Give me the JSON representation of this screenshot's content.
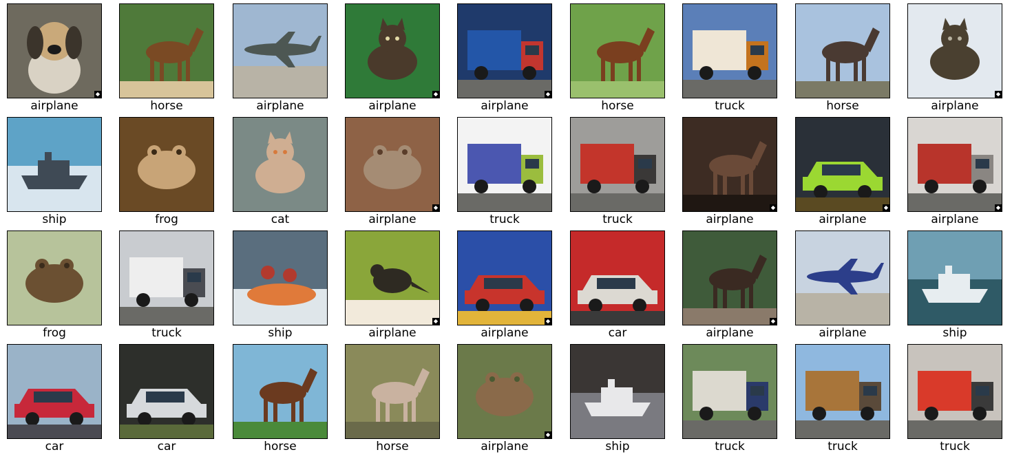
{
  "grid": {
    "rows": 4,
    "cols": 9,
    "items": [
      {
        "label": "airplane",
        "marker": true,
        "bg": "#6e6a5e",
        "fg": "#d9d2c4",
        "accent": "#3b342b",
        "subject": "dog-icon"
      },
      {
        "label": "horse",
        "marker": false,
        "bg": "#4f7a3a",
        "fg": "#7a4a24",
        "accent": "#d7c49a",
        "subject": "horse-icon"
      },
      {
        "label": "airplane",
        "marker": false,
        "bg": "#9fb7d1",
        "fg": "#4d5753",
        "accent": "#c9c0aa",
        "subject": "jet-icon"
      },
      {
        "label": "airplane",
        "marker": true,
        "bg": "#2f7a38",
        "fg": "#4a3a2b",
        "accent": "#e2d9a6",
        "subject": "cat-icon"
      },
      {
        "label": "airplane",
        "marker": true,
        "bg": "#1f3a6b",
        "fg": "#2356a8",
        "accent": "#c2362f",
        "subject": "truck-icon"
      },
      {
        "label": "horse",
        "marker": false,
        "bg": "#6fa24a",
        "fg": "#7a3f1f",
        "accent": "#9ac06d",
        "subject": "horse-icon"
      },
      {
        "label": "truck",
        "marker": false,
        "bg": "#5b7fb8",
        "fg": "#efe6d6",
        "accent": "#c4731e",
        "subject": "truck-icon"
      },
      {
        "label": "horse",
        "marker": false,
        "bg": "#a9c2de",
        "fg": "#4a3a32",
        "accent": "#7b7a66",
        "subject": "horse-icon"
      },
      {
        "label": "airplane",
        "marker": true,
        "bg": "#e3e9ef",
        "fg": "#4a4030",
        "accent": "#b8b2a0",
        "subject": "cat-icon"
      },
      {
        "label": "ship",
        "marker": false,
        "bg": "#5ea3c7",
        "fg": "#3f4a55",
        "accent": "#d8e5ee",
        "subject": "ship-icon"
      },
      {
        "label": "frog",
        "marker": false,
        "bg": "#6a4a25",
        "fg": "#c8a477",
        "accent": "#3b2a16",
        "subject": "frog-icon"
      },
      {
        "label": "cat",
        "marker": false,
        "bg": "#7b8a86",
        "fg": "#cfae92",
        "accent": "#d77a3c",
        "subject": "cat-icon"
      },
      {
        "label": "airplane",
        "marker": true,
        "bg": "#8e6246",
        "fg": "#a58c74",
        "accent": "#5a3d2a",
        "subject": "frog-icon"
      },
      {
        "label": "truck",
        "marker": false,
        "bg": "#f3f3f3",
        "fg": "#4b57b0",
        "accent": "#9bbd3e",
        "subject": "truck-icon"
      },
      {
        "label": "truck",
        "marker": false,
        "bg": "#9e9d9a",
        "fg": "#c3352b",
        "accent": "#3a3837",
        "subject": "truck-icon"
      },
      {
        "label": "airplane",
        "marker": true,
        "bg": "#3d2c23",
        "fg": "#6a4a38",
        "accent": "#1f1712",
        "subject": "horse-icon"
      },
      {
        "label": "airplane",
        "marker": true,
        "bg": "#2a3038",
        "fg": "#9bd832",
        "accent": "#5a4a22",
        "subject": "car-icon"
      },
      {
        "label": "airplane",
        "marker": true,
        "bg": "#d9d6d2",
        "fg": "#b8342b",
        "accent": "#8a8682",
        "subject": "truck-icon"
      },
      {
        "label": "frog",
        "marker": false,
        "bg": "#b7c39b",
        "fg": "#6b5032",
        "accent": "#3b2c1c",
        "subject": "frog-icon"
      },
      {
        "label": "truck",
        "marker": false,
        "bg": "#c9ccd0",
        "fg": "#eeeeee",
        "accent": "#4a4c52",
        "subject": "truck-icon"
      },
      {
        "label": "ship",
        "marker": false,
        "bg": "#5a6e7e",
        "fg": "#e07a3a",
        "accent": "#b23a2e",
        "subject": "boat-icon"
      },
      {
        "label": "airplane",
        "marker": true,
        "bg": "#8aa63a",
        "fg": "#2e2a22",
        "accent": "#f2eadb",
        "subject": "bird-icon"
      },
      {
        "label": "airplane",
        "marker": true,
        "bg": "#2b4fa8",
        "fg": "#c8342c",
        "accent": "#e2b43a",
        "subject": "car-icon"
      },
      {
        "label": "car",
        "marker": false,
        "bg": "#c52a2a",
        "fg": "#dcd9d2",
        "accent": "#3a3a3a",
        "subject": "car-icon"
      },
      {
        "label": "airplane",
        "marker": true,
        "bg": "#3f5b3a",
        "fg": "#3a2a22",
        "accent": "#8a7a6a",
        "subject": "horse-icon"
      },
      {
        "label": "airplane",
        "marker": false,
        "bg": "#c8d3e0",
        "fg": "#2c3e8a",
        "accent": "#6b6b5a",
        "subject": "jet-icon"
      },
      {
        "label": "ship",
        "marker": false,
        "bg": "#6f9fb3",
        "fg": "#e7edf0",
        "accent": "#2f5a66",
        "subject": "ship-icon"
      },
      {
        "label": "car",
        "marker": false,
        "bg": "#9ab3c8",
        "fg": "#c7283a",
        "accent": "#4a4a52",
        "subject": "car-icon"
      },
      {
        "label": "car",
        "marker": false,
        "bg": "#2d2f2b",
        "fg": "#d6d9dc",
        "accent": "#5a6a3a",
        "subject": "car-icon"
      },
      {
        "label": "horse",
        "marker": false,
        "bg": "#7fb6d6",
        "fg": "#6b3a1f",
        "accent": "#4a8a3a",
        "subject": "horse-icon"
      },
      {
        "label": "horse",
        "marker": false,
        "bg": "#8a8a5a",
        "fg": "#c9b2a0",
        "accent": "#6a6a4a",
        "subject": "horse-icon"
      },
      {
        "label": "airplane",
        "marker": true,
        "bg": "#6b7a4a",
        "fg": "#8a6a4a",
        "accent": "#4a5a32",
        "subject": "frog-icon"
      },
      {
        "label": "ship",
        "marker": false,
        "bg": "#3a3634",
        "fg": "#e8e8ea",
        "accent": "#7a7a80",
        "subject": "ship-icon"
      },
      {
        "label": "truck",
        "marker": false,
        "bg": "#6d8a5a",
        "fg": "#dcd9cf",
        "accent": "#2a3a6a",
        "subject": "truck-icon"
      },
      {
        "label": "truck",
        "marker": false,
        "bg": "#8fb8df",
        "fg": "#a8753a",
        "accent": "#5a4a3a",
        "subject": "truck-icon"
      },
      {
        "label": "truck",
        "marker": false,
        "bg": "#c8c3bd",
        "fg": "#d93a2a",
        "accent": "#3a3a3a",
        "subject": "truck-icon"
      }
    ]
  }
}
